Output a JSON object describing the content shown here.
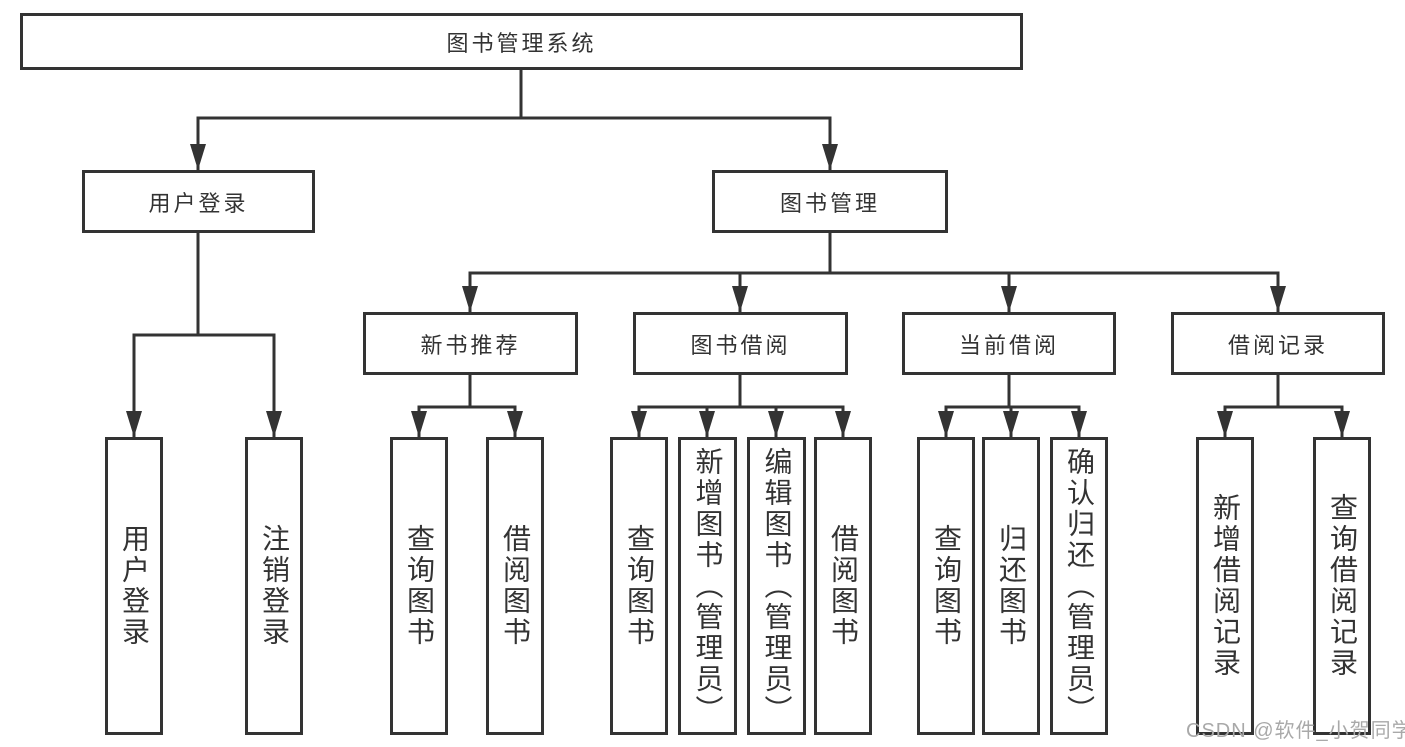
{
  "diagram": {
    "title": "图书管理系统",
    "level2": {
      "user_login": "用户登录",
      "book_management": "图书管理"
    },
    "level3": {
      "new_book_recommend": "新书推荐",
      "book_borrow": "图书借阅",
      "current_borrow": "当前借阅",
      "borrow_records": "借阅记录"
    },
    "leaves": {
      "login": [
        "用户登录",
        "注销登录"
      ],
      "new_book": [
        "查询图书",
        "借阅图书"
      ],
      "book_borrow": [
        "查询图书",
        "新增图书（管理员）",
        "编辑图书（管理员）",
        "借阅图书"
      ],
      "current_borrow": [
        "查询图书",
        "归还图书",
        "确认归还（管理员）"
      ],
      "borrow_records": [
        "新增借阅记录",
        "查询借阅记录"
      ]
    },
    "watermark": "CSDN @软件_小贺同学",
    "colors": {
      "line": "#333333",
      "text": "#333333",
      "watermark": "#a9a9a9",
      "background": "#ffffff"
    }
  }
}
